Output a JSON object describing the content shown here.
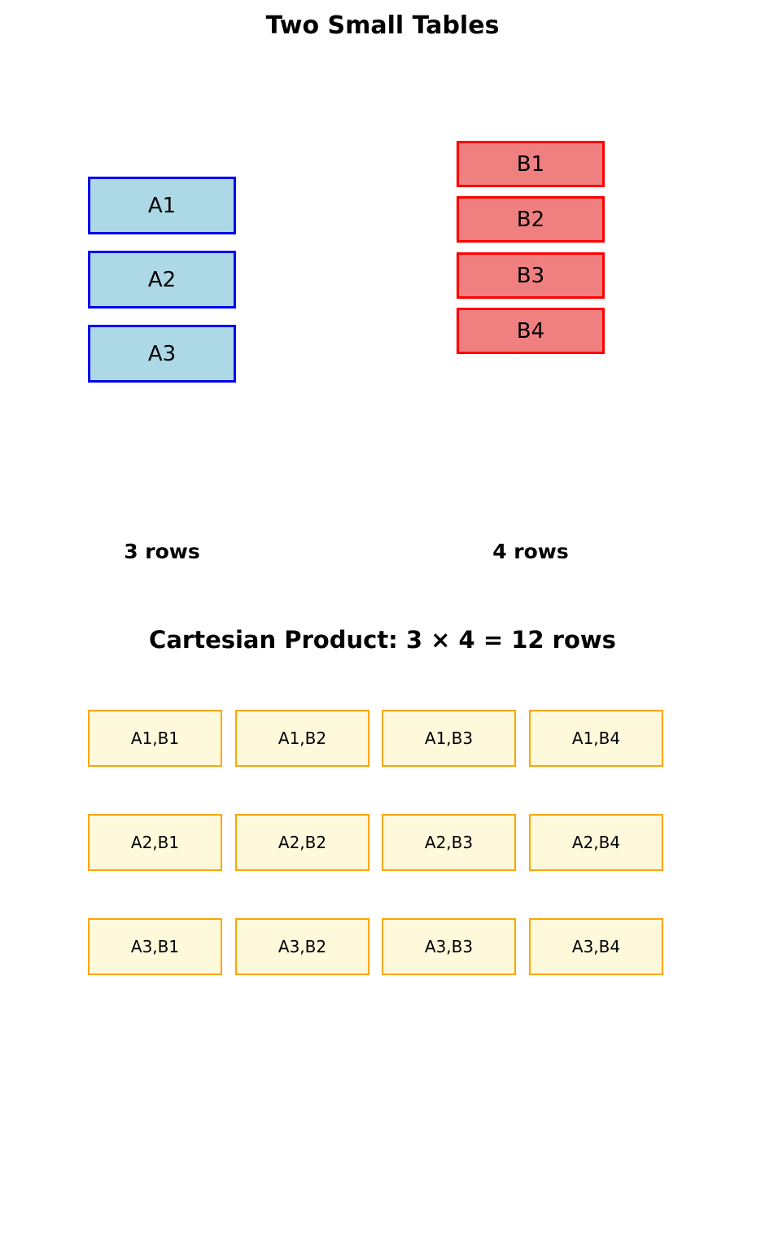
{
  "title": "Two Small Tables",
  "table_a": {
    "caption": "3 rows",
    "rows": [
      "A1",
      "A2",
      "A3"
    ]
  },
  "table_b": {
    "caption": "4 rows",
    "rows": [
      "B1",
      "B2",
      "B3",
      "B4"
    ]
  },
  "product": {
    "title": "Cartesian Product: 3 × 4 = 12 rows",
    "rows": [
      [
        "A1,B1",
        "A1,B2",
        "A1,B3",
        "A1,B4"
      ],
      [
        "A2,B1",
        "A2,B2",
        "A2,B3",
        "A2,B4"
      ],
      [
        "A3,B1",
        "A3,B2",
        "A3,B3",
        "A3,B4"
      ]
    ]
  },
  "colors": {
    "background": "#FFFFFF",
    "text": "#000000",
    "table_a_fill": "#ADD8E6",
    "table_a_border": "#0000F0",
    "table_b_fill": "#F08080",
    "table_b_border": "#FF0000",
    "product_fill": "#FFF9DC",
    "product_border": "#FFA500"
  }
}
